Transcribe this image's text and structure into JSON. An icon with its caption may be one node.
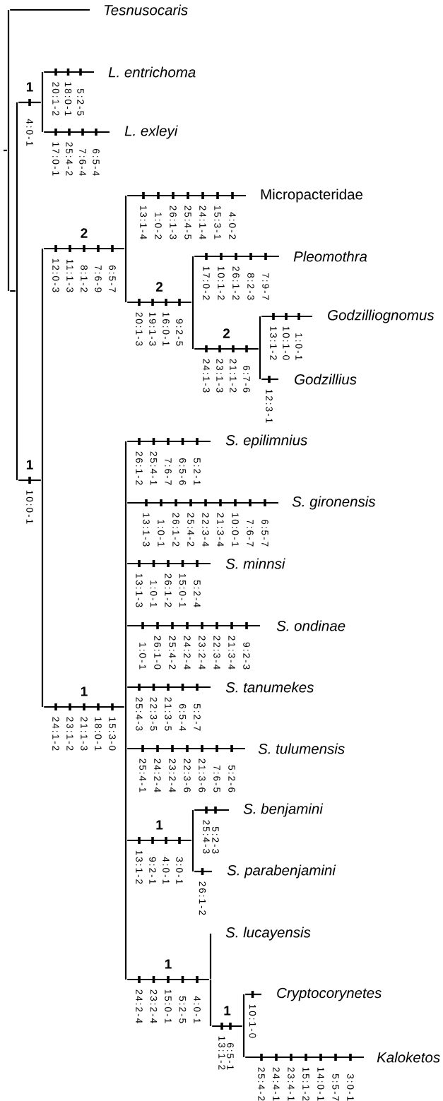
{
  "diagram": {
    "nodes": [
      {
        "text": [],
        "shape": "bar"
      },
      {
        "text": [
          "Tesnusocaris"
        ]
      },
      {
        "text": [],
        "shape": "bar"
      },
      {
        "text": [],
        "shape": "bar"
      },
      {
        "text": [
          "L. entrichoma"
        ]
      },
      {
        "text": [
          "L. exleyi"
        ]
      },
      {
        "text": [],
        "shape": "bar"
      },
      {
        "text": [],
        "shape": "bar"
      },
      {
        "text": [
          "Micropacteridae"
        ]
      },
      {
        "text": [],
        "shape": "bar"
      },
      {
        "text": [
          "Pleomothra"
        ]
      },
      {
        "text": [],
        "shape": "bar"
      },
      {
        "text": [
          "Godzilliognomus"
        ]
      },
      {
        "text": [
          "Godzillius"
        ]
      },
      {
        "text": [],
        "shape": "bar"
      },
      {
        "text": [
          "S. epilimnius"
        ]
      },
      {
        "text": [
          "S. gironensis"
        ]
      },
      {
        "text": [
          "S. minnsi"
        ]
      },
      {
        "text": [
          "S. ondinae"
        ]
      },
      {
        "text": [
          "S. tanumekes"
        ]
      },
      {
        "text": [
          "S. tulumensis"
        ]
      },
      {
        "text": [],
        "shape": "bar"
      },
      {
        "text": [
          "S. benjamini"
        ]
      },
      {
        "text": [
          "S. parabenjamini"
        ]
      },
      {
        "text": [],
        "shape": "bar"
      },
      {
        "text": [
          "S. lucayensis"
        ]
      },
      {
        "text": [],
        "shape": "bar"
      },
      {
        "text": [
          "Cryptocorynetes"
        ]
      },
      {
        "text": [
          "Kaloketos"
        ]
      }
    ],
    "edges": [
      {
        "from": null,
        "to": 0,
        "arrow": "none"
      },
      {
        "from": 0,
        "to": 1,
        "arrow": "none"
      },
      {
        "from": 0,
        "to": 2,
        "arrow": "none"
      },
      {
        "from": 2,
        "to": 3,
        "arrow": "none",
        "label": "1"
      },
      {
        "from": 3,
        "to": 4,
        "arrow": "none"
      },
      {
        "from": 3,
        "to": 5,
        "arrow": "none"
      },
      {
        "from": 2,
        "to": 6,
        "arrow": "none",
        "label": "1"
      },
      {
        "from": 6,
        "to": 7,
        "arrow": "none",
        "label": "2"
      },
      {
        "from": 7,
        "to": 8,
        "arrow": "none"
      },
      {
        "from": 7,
        "to": 9,
        "arrow": "none",
        "label": "2"
      },
      {
        "from": 9,
        "to": 10,
        "arrow": "none"
      },
      {
        "from": 9,
        "to": 11,
        "arrow": "none",
        "label": "2"
      },
      {
        "from": 11,
        "to": 12,
        "arrow": "none"
      },
      {
        "from": 11,
        "to": 13,
        "arrow": "none"
      },
      {
        "from": 6,
        "to": 14,
        "arrow": "none",
        "label": "1"
      },
      {
        "from": 14,
        "to": 15,
        "arrow": "none"
      },
      {
        "from": 14,
        "to": 16,
        "arrow": "none"
      },
      {
        "from": 14,
        "to": 17,
        "arrow": "none"
      },
      {
        "from": 14,
        "to": 18,
        "arrow": "none"
      },
      {
        "from": 14,
        "to": 19,
        "arrow": "none"
      },
      {
        "from": 14,
        "to": 20,
        "arrow": "none"
      },
      {
        "from": 14,
        "to": 21,
        "arrow": "none",
        "label": "1"
      },
      {
        "from": 21,
        "to": 22,
        "arrow": "none"
      },
      {
        "from": 21,
        "to": 23,
        "arrow": "none"
      },
      {
        "from": 14,
        "to": 24,
        "arrow": "none",
        "label": "1"
      },
      {
        "from": 24,
        "to": 25,
        "arrow": "none"
      },
      {
        "from": 24,
        "to": 26,
        "arrow": "none",
        "label": "1"
      },
      {
        "from": 26,
        "to": 27,
        "arrow": "none"
      },
      {
        "from": 26,
        "to": 28,
        "arrow": "none"
      }
    ],
    "labels": [
      "4:0-1",
      "20:1-2",
      "18:0-1",
      "5:2-5",
      "17:0-1",
      "25:4-2",
      "7:6-4",
      "6:5-4",
      "10:0-1",
      "12:0-3",
      "11:1-3",
      "8:1-2",
      "7:6-9",
      "6:5-7",
      "13:1-4",
      "1:0-2",
      "26:1-3",
      "25:4-5",
      "24:1-4",
      "15:3-1",
      "4:0-2",
      "20:1-3",
      "19:1-3",
      "16:0-1",
      "9:2-5",
      "17:0-2",
      "10:1-2",
      "26:1-2",
      "8:2-3",
      "7:9-7",
      "24:1-3",
      "23:1-3",
      "21:1-2",
      "6:7-6",
      "13:1-2",
      "10:1-0",
      "1:0-1",
      "12:3-1",
      "24:1-2",
      "23:1-2",
      "21:1-3",
      "18:0-1",
      "15:3-0",
      "26:1-2",
      "25:4-1",
      "7:6-7",
      "6:5-6",
      "5:2-1",
      "13:1-3",
      "1:0-1",
      "26:1-2",
      "25:4-2",
      "22:3-4",
      "21:3-4",
      "10:0-1",
      "7:6-7",
      "6:5-7",
      "13:1-3",
      "1:0-1",
      "26:1-2",
      "15:0-1",
      "5:2-4",
      "1:0-1",
      "26:1-0",
      "25:4-2",
      "24:2-4",
      "23:2-4",
      "22:3-4",
      "21:3-4",
      "9:2-3",
      "25:4-3",
      "22:3-5",
      "21:3-5",
      "6:5-4",
      "5:2-7",
      "25:4-1",
      "24:2-4",
      "23:2-4",
      "22:3-6",
      "21:3-6",
      "7:6-5",
      "5:2-6",
      "13:1-2",
      "9:2-1",
      "4:0-1",
      "3:0-1",
      "25:4-3",
      "5:2-3",
      "26:1-2",
      "24:2-4",
      "23:2-4",
      "15:0-1",
      "5:2-5",
      "4:0-1",
      "13:1-2",
      "6:5-1",
      "10:1-0",
      "25:4-2",
      "24:4-1",
      "23:4-1",
      "15:1-2",
      "14:0-1",
      "5:5-7",
      "3:0-1"
    ]
  }
}
